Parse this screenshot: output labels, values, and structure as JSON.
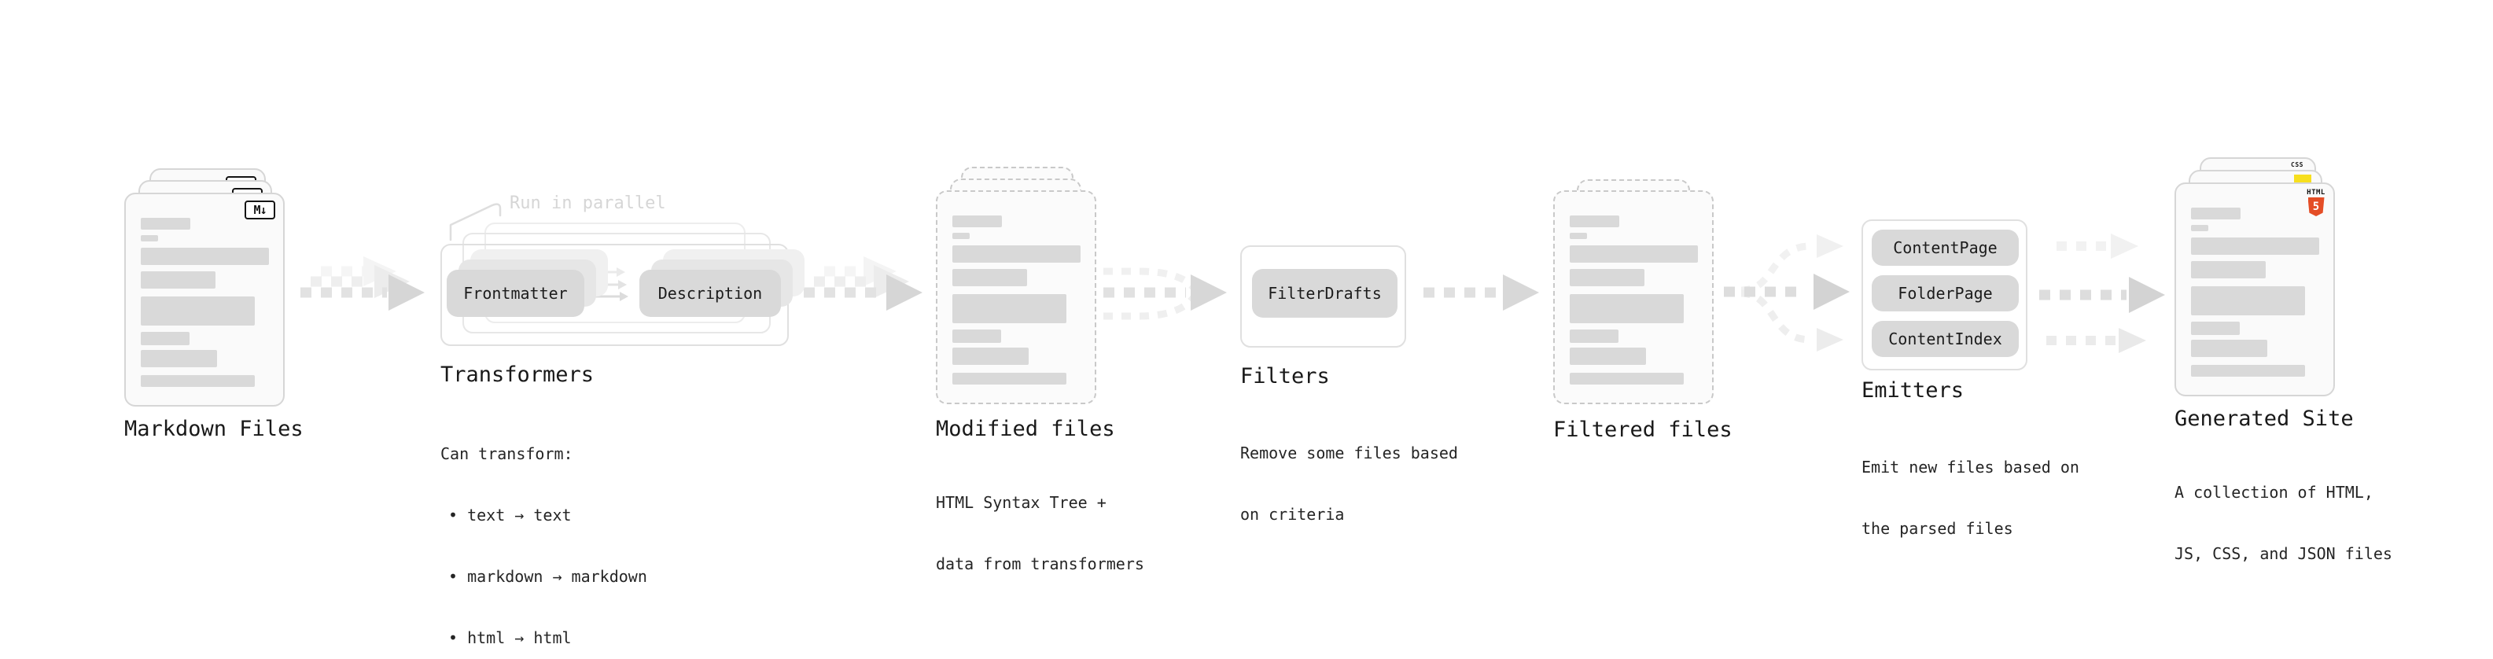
{
  "stages": {
    "markdown_files": {
      "label": "Markdown Files",
      "badge": "M↓"
    },
    "transformers": {
      "label": "Transformers",
      "callout": "Run in parallel",
      "transformer_boxes": [
        "Frontmatter",
        "Description"
      ],
      "desc_heading": "Can transform:",
      "bullets": [
        "• text → text",
        "• markdown → markdown",
        "• html → html"
      ]
    },
    "modified_files": {
      "label": "Modified files",
      "desc_lines": [
        "HTML Syntax Tree +",
        "data from transformers"
      ]
    },
    "filters": {
      "label": "Filters",
      "filter_boxes": [
        "FilterDrafts"
      ],
      "desc_lines": [
        "Remove some files based",
        "on criteria"
      ]
    },
    "filtered_files": {
      "label": "Filtered files"
    },
    "emitters": {
      "label": "Emitters",
      "emitter_boxes": [
        "ContentPage",
        "FolderPage",
        "ContentIndex"
      ],
      "desc_lines": [
        "Emit new files based on",
        "the parsed files"
      ]
    },
    "generated_site": {
      "label": "Generated Site",
      "desc_lines": [
        "A collection of HTML,",
        "JS, CSS, and JSON files"
      ],
      "badges": {
        "html_label": "HTML",
        "html_number": "5",
        "css_label": "CSS"
      }
    }
  },
  "colors": {
    "markdown_badge_ink": "#141414",
    "html5_orange": "#e44d26",
    "js_yellow": "#f7df1e",
    "css_blue": "#2563eb",
    "chip_gray": "#d9d9d9",
    "bar_gray": "#d9d9d9",
    "arrow_gray": "#d6d6d6"
  }
}
